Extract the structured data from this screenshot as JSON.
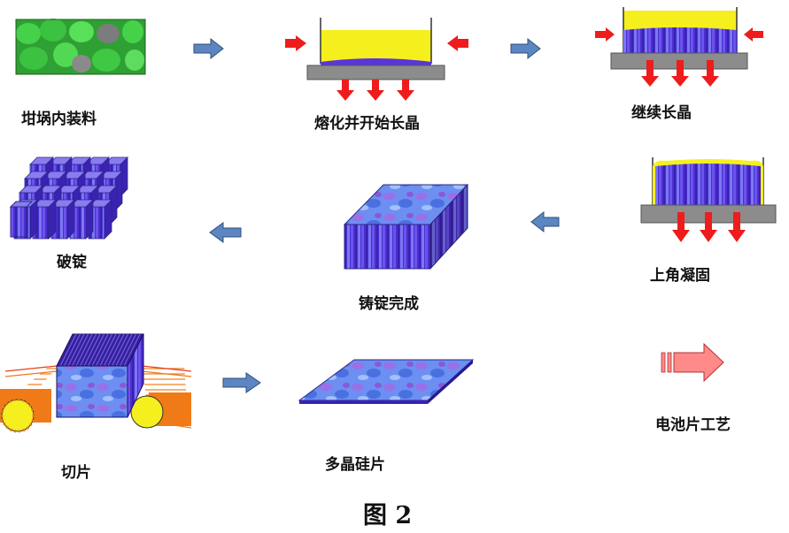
{
  "steps": [
    {
      "id": "crucible-loading",
      "label": "坩埚内装料"
    },
    {
      "id": "melting-start-growth",
      "label": "熔化并开始长晶"
    },
    {
      "id": "continue-growth",
      "label": "继续长晶"
    },
    {
      "id": "top-solidification",
      "label": "上角凝固"
    },
    {
      "id": "ingot-complete",
      "label": "铸锭完成"
    },
    {
      "id": "ingot-breaking",
      "label": "破锭"
    },
    {
      "id": "slicing",
      "label": "切片"
    },
    {
      "id": "multicrystalline-wafer",
      "label": "多晶硅片"
    },
    {
      "id": "cell-process",
      "label": "电池片工艺"
    }
  ],
  "caption": "图 2",
  "colors": {
    "melt_yellow": "#f5ef1e",
    "crystal_purple": "#5a35d8",
    "crystal_blue": "#6a8ff0",
    "heat_arrow_red": "#ee1c1c",
    "flow_arrow_blue": "#5b86c2",
    "plate_gray": "#8c8c8c",
    "charge_green": "#35c43a",
    "output_arrow_pink": "#ff8a8a",
    "wire_orange": "#f07a18"
  },
  "icons": [
    "flow-arrow-icon",
    "heat-arrow-icon",
    "pressure-arrow-icon",
    "output-arrow-icon"
  ]
}
